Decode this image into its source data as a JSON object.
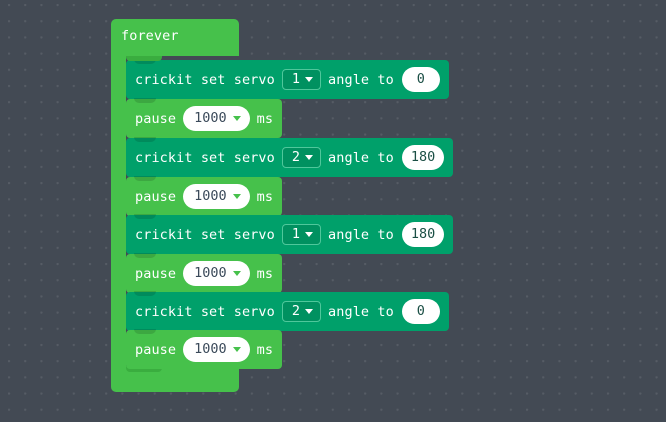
{
  "editor": {
    "name": "makecode-block-editor",
    "canvas_background": "#434a54",
    "grid_dot_color": "rgba(255,255,255,0.10)"
  },
  "colors": {
    "forever_green": "#46c14b",
    "pause_green": "#46c14b",
    "crickit_teal": "#00a06a",
    "field_white": "#ffffff",
    "field_text_dark": "#3b4a5a"
  },
  "script": {
    "forever": {
      "label": "forever",
      "blocks": [
        {
          "kind": "crickit-set-servo",
          "label_prefix": "crickit set servo",
          "servo": "1",
          "label_mid": "angle to",
          "angle": "0"
        },
        {
          "kind": "pause",
          "label_prefix": "pause",
          "duration": "1000",
          "label_suffix": "ms"
        },
        {
          "kind": "crickit-set-servo",
          "label_prefix": "crickit set servo",
          "servo": "2",
          "label_mid": "angle to",
          "angle": "180"
        },
        {
          "kind": "pause",
          "label_prefix": "pause",
          "duration": "1000",
          "label_suffix": "ms"
        },
        {
          "kind": "crickit-set-servo",
          "label_prefix": "crickit set servo",
          "servo": "1",
          "label_mid": "angle to",
          "angle": "180"
        },
        {
          "kind": "pause",
          "label_prefix": "pause",
          "duration": "1000",
          "label_suffix": "ms"
        },
        {
          "kind": "crickit-set-servo",
          "label_prefix": "crickit set servo",
          "servo": "2",
          "label_mid": "angle to",
          "angle": "0"
        },
        {
          "kind": "pause",
          "label_prefix": "pause",
          "duration": "1000",
          "label_suffix": "ms"
        }
      ]
    }
  },
  "icons": {
    "dropdown_caret": "chevron-down-icon"
  }
}
